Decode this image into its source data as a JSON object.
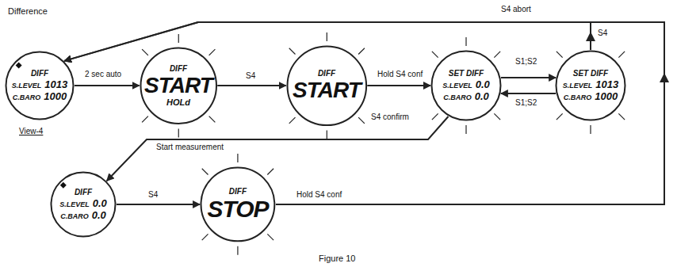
{
  "diagram": {
    "caption": "Figure 10",
    "nodes": [
      {
        "text": [
          "DIFF",
          "S.LEVEL",
          "1013",
          "C.BARO",
          "1000"
        ]
      },
      {
        "text": [
          "DIFF",
          "START",
          "HOLd"
        ]
      },
      {
        "text": [
          "DIFF",
          "START"
        ]
      },
      {
        "text": [
          "SET DIFF",
          "S.LEVEL",
          "0.0",
          "C.BARO",
          "0.0"
        ]
      },
      {
        "text": [
          "SET DIFF",
          "S.LEVEL",
          "1013",
          "C.BARO",
          "1000"
        ]
      },
      {
        "text": [
          "DIFF",
          "S.LEVEL",
          "0.0",
          "C.BARO",
          "0.0"
        ]
      },
      {
        "text": [
          "DIFF",
          "STOP"
        ]
      }
    ],
    "edges": [
      {
        "from": 0,
        "to": 1,
        "arrow": "to",
        "label": "2 sec auto"
      },
      {
        "from": 1,
        "to": 2,
        "arrow": "to",
        "label": "S4"
      },
      {
        "from": 2,
        "to": 3,
        "arrow": "to",
        "label": "Hold S4 conf"
      },
      {
        "from": 3,
        "to": 4,
        "arrow": "to",
        "label": "S1;S2"
      },
      {
        "from": 4,
        "to": 3,
        "arrow": "to",
        "label": "S1;S2"
      },
      {
        "from": 4,
        "to": 0,
        "arrow": "to",
        "label": "S4 abort"
      },
      {
        "from": 3,
        "to": 5,
        "arrow": "to",
        "label": "S4 confirm"
      },
      {
        "from": 5,
        "to": 6,
        "arrow": "to",
        "label": "S4"
      },
      {
        "from": 6,
        "to": 0,
        "arrow": "to",
        "label": "Hold S4 conf"
      }
    ],
    "labels": [
      "Difference",
      "View-4",
      "Start measurement",
      "S4"
    ]
  }
}
